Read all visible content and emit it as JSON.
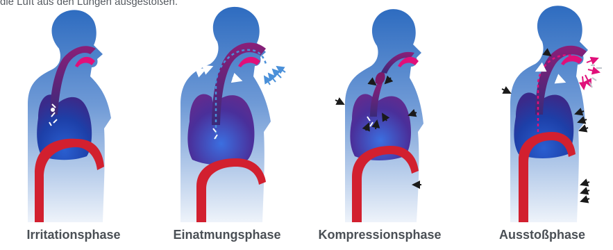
{
  "intro_text": "die Luft aus den Lungen ausgestoßen.",
  "colors": {
    "body_top": "#2f6fc0",
    "body_bottom": "#e4ecf7",
    "lung": "#1f4fb8",
    "airway": "#7b1a6a",
    "tongue": "#e0107a",
    "diaphragm": "#d2202f",
    "outline": "#0d1f3a",
    "air_in": "#4a90d9",
    "arrow_dark": "#1a1a1a",
    "expel": "#e0107a"
  },
  "phases": [
    {
      "label": "Irritationsphase"
    },
    {
      "label": "Einatmungsphase"
    },
    {
      "label": "Kompressionsphase"
    },
    {
      "label": "Ausstoßphase"
    }
  ]
}
